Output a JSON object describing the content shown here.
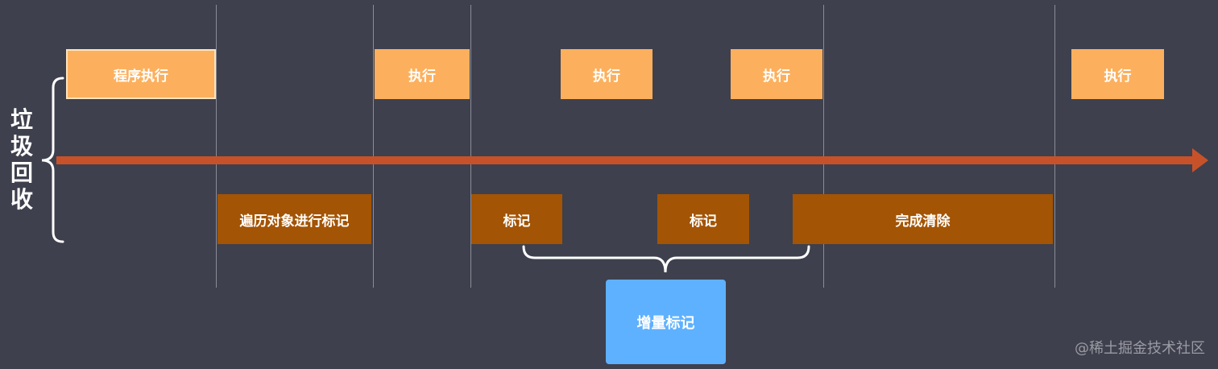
{
  "side_label": "垃圾回收",
  "exec_boxes": [
    "程序执行",
    "执行",
    "执行",
    "执行",
    "执行"
  ],
  "mark_boxes": [
    "遍历对象进行标记",
    "标记",
    "标记",
    "完成清除"
  ],
  "incremental_label": "增量标记",
  "watermark": "@稀土掘金技术社区",
  "colors": {
    "background": "#3e404d",
    "execution": "#fcb05d",
    "marking": "#a35404",
    "incremental": "#5eb1ff",
    "timeline_arrow": "#c7522a"
  }
}
